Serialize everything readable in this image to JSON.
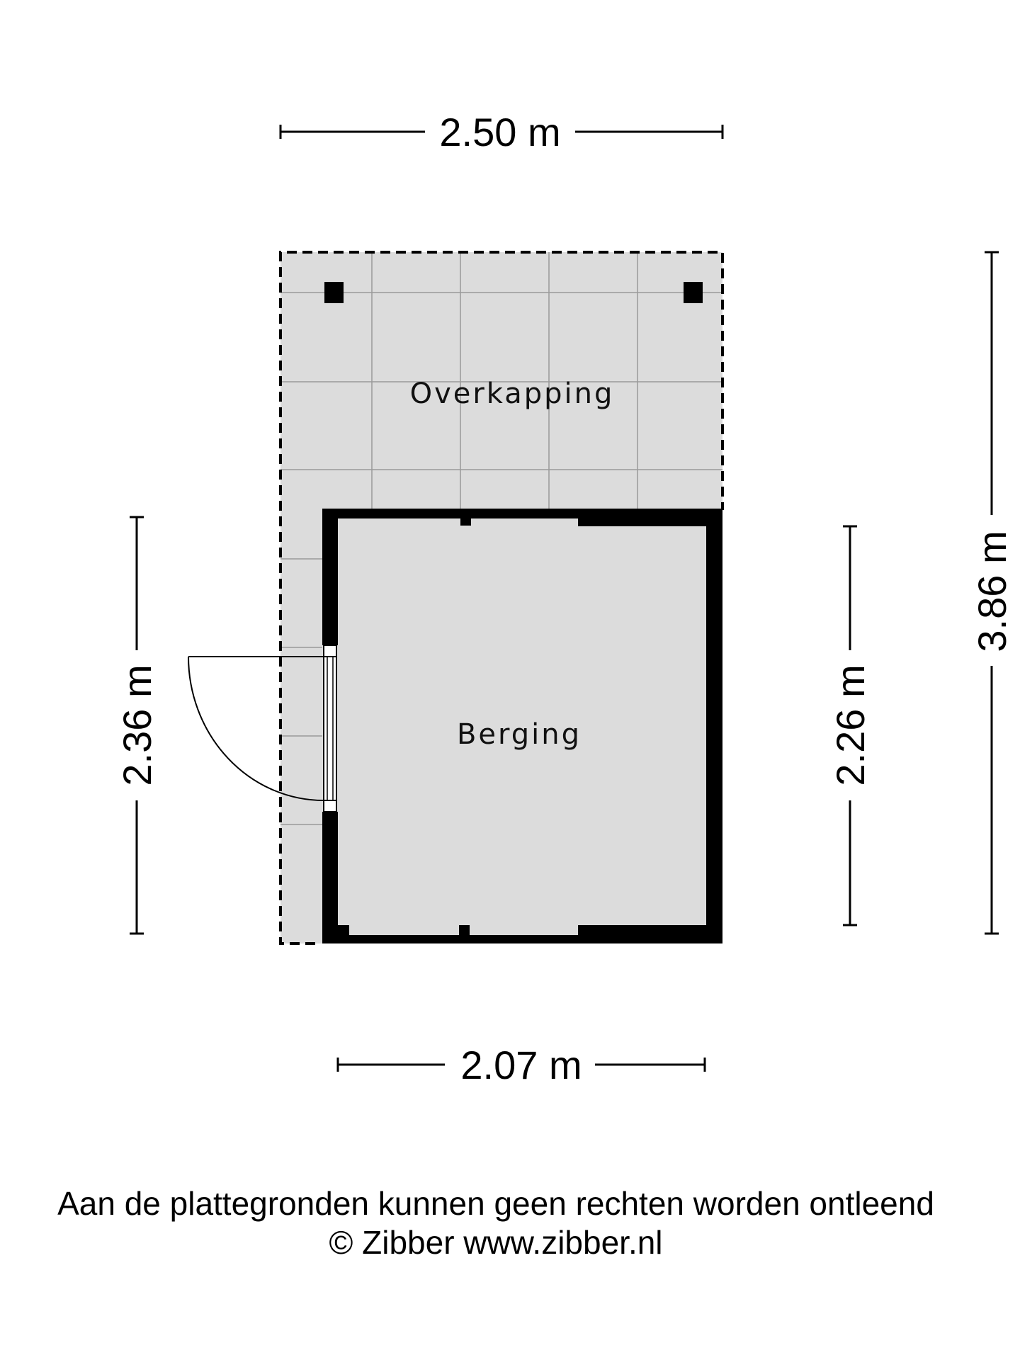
{
  "dimensions": {
    "top_width": "2.50 m",
    "bottom_width": "2.07 m",
    "left_height": "2.36 m",
    "inner_right_height": "2.26 m",
    "outer_right_height": "3.86 m"
  },
  "rooms": {
    "covered_area": "Overkapping",
    "storage": "Berging"
  },
  "footer": {
    "disclaimer": "Aan de plattegronden kunnen geen rechten worden ontleend",
    "copyright": "© Zibber www.zibber.nl"
  },
  "colors": {
    "floor": "#dcdcdc",
    "wall": "#000000",
    "grid_line": "#9a9a9a"
  }
}
